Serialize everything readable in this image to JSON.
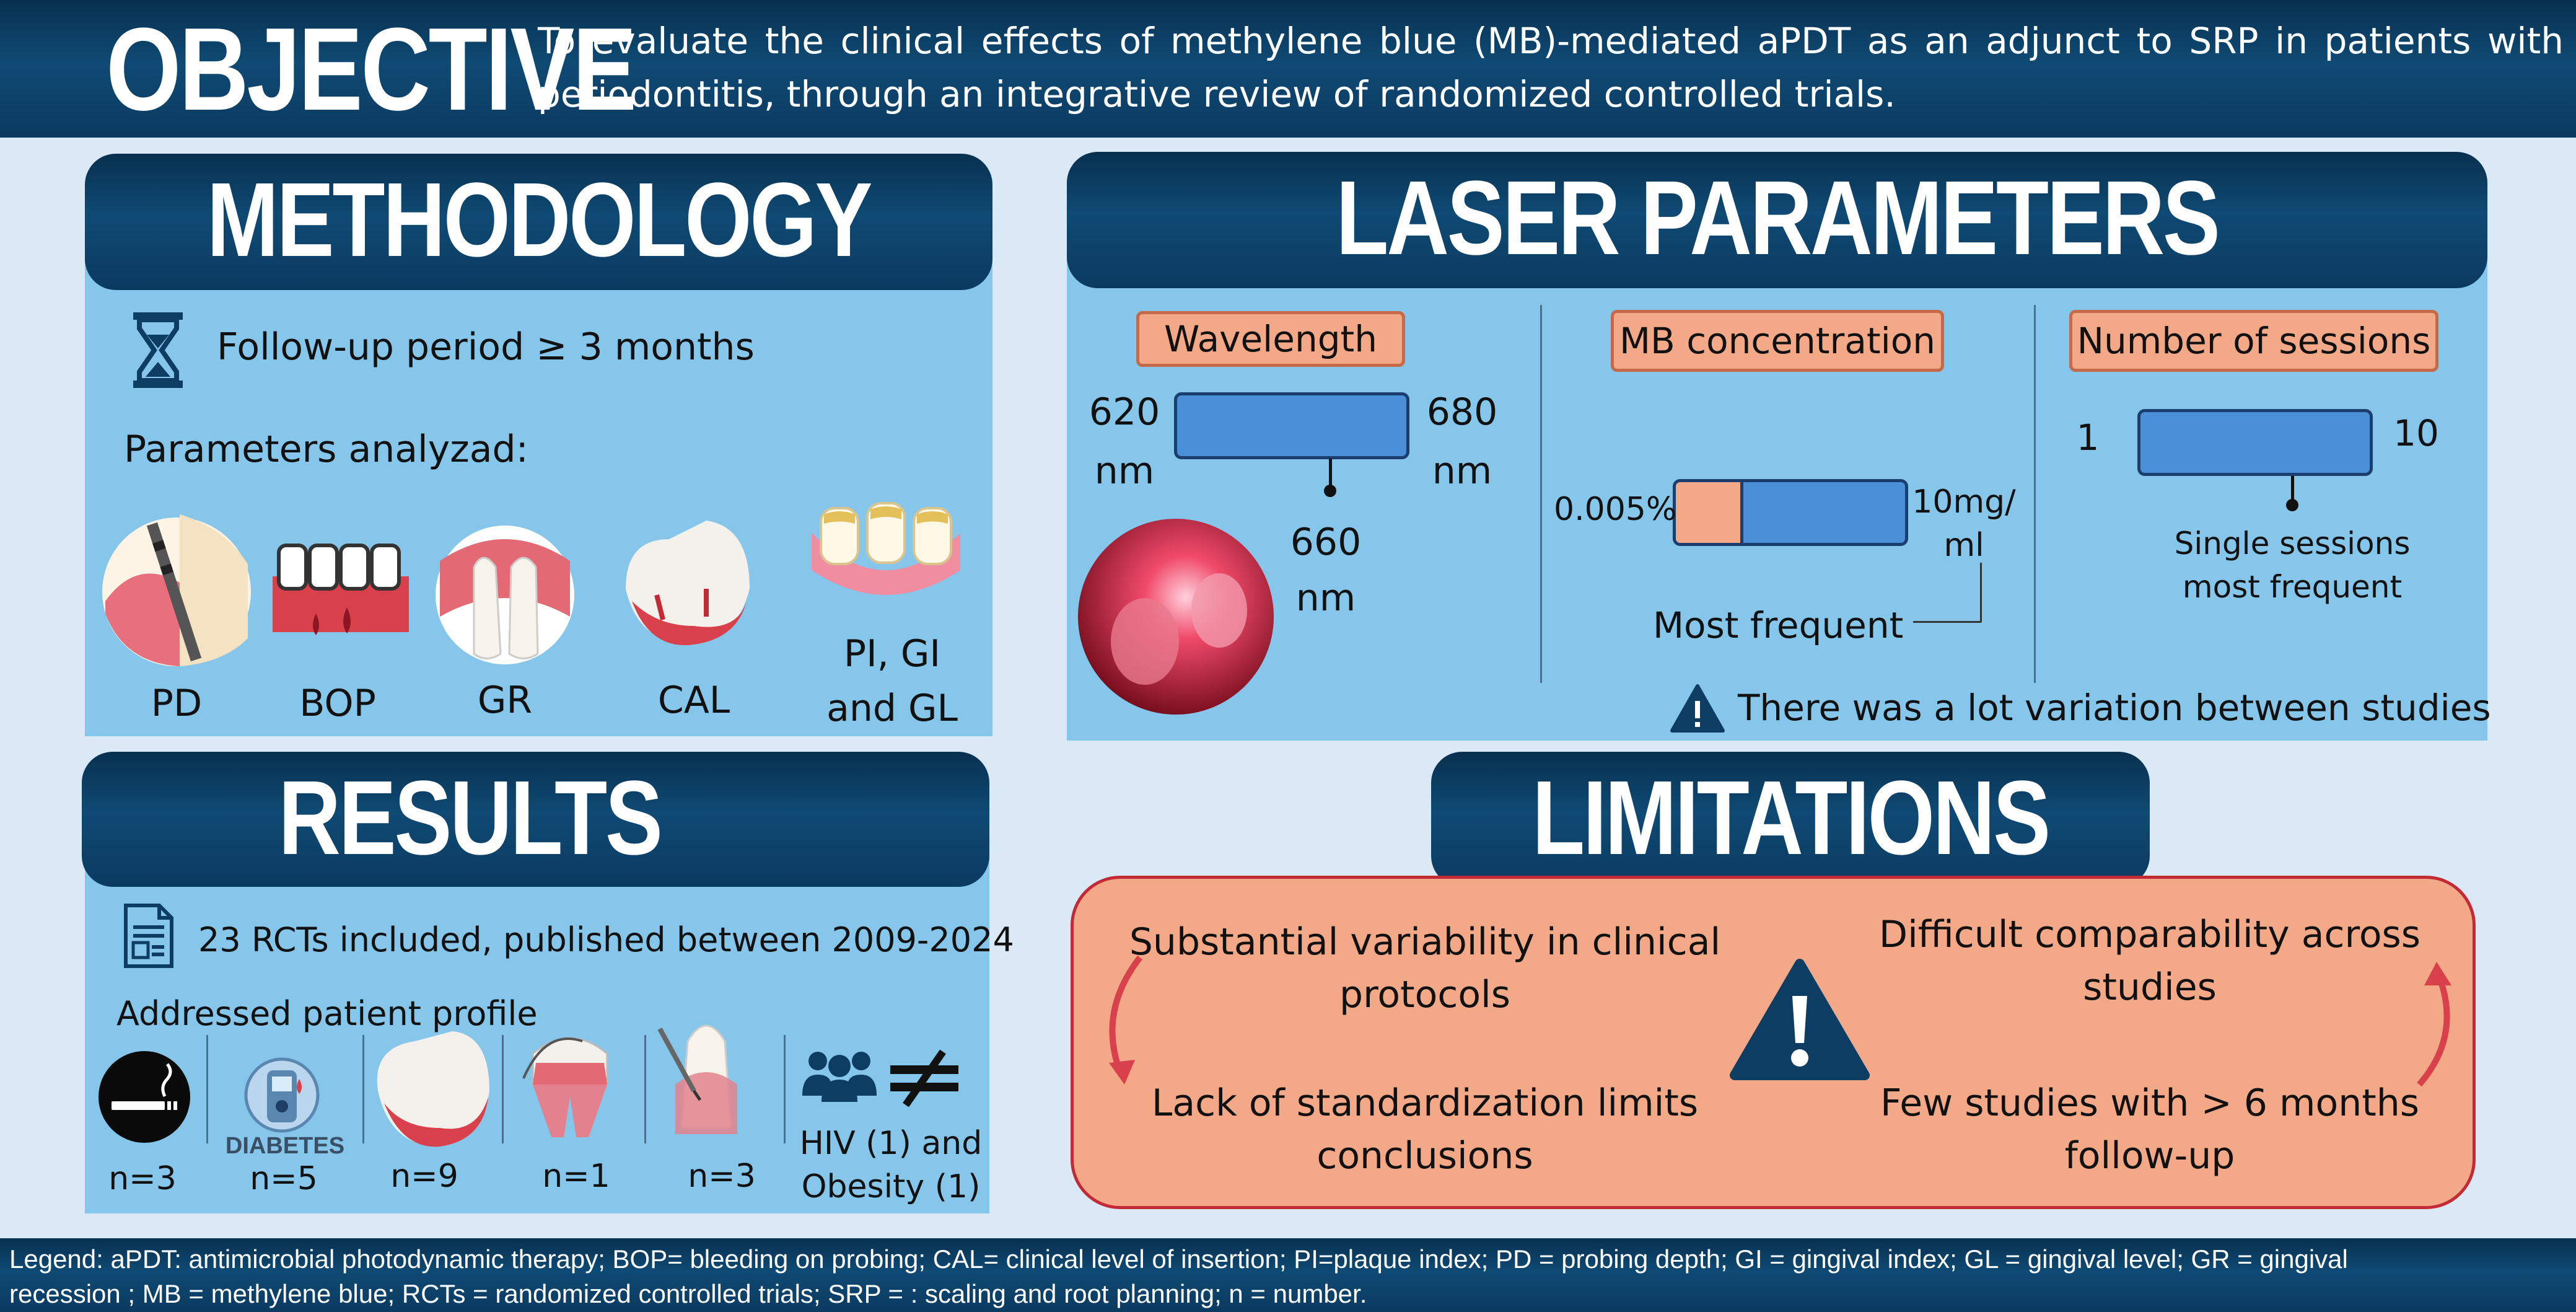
{
  "objective": {
    "title": "OBJECTIVE",
    "text_line1": "To evaluate the clinical effects of methylene blue (MB)-mediated  aPDT as an adjunct to SRP in patients with",
    "text_line2": "periodontitis, through an integrative review of randomized controlled trials."
  },
  "methodology": {
    "title": "METHODOLOGY",
    "followup": "Follow-up period ≥ 3 months",
    "params_label": "Parameters analyzad:",
    "params": [
      "PD",
      "BOP",
      "GR",
      "CAL"
    ],
    "param_last_line1": "PI, GI",
    "param_last_line2": "and GL"
  },
  "laser": {
    "title": "LASER PARAMETERS",
    "wavelength": {
      "label": "Wavelength",
      "min": "620",
      "max": "680",
      "unit": "nm",
      "peak": "660",
      "peak_unit": "nm"
    },
    "mb": {
      "label": "MB concentration",
      "min": "0.005%",
      "max_line1": "10mg/",
      "max_line2": "ml",
      "note": "Most frequent",
      "fill_fraction": 0.28
    },
    "sessions": {
      "label": "Number of sessions",
      "min": "1",
      "max": "10",
      "note_line1": "Single sessions",
      "note_line2": "most frequent"
    },
    "warning": "There was a lot variation between studies"
  },
  "results": {
    "title": "RESULTS",
    "rcts": "23 RCTs included, published between 2009-2024",
    "profile_label": "Addressed patient profile",
    "diabetes_label": "DIABETES",
    "counts": [
      "n=3",
      "n=5",
      "n=9",
      "n=1",
      "n=3"
    ],
    "other_line1": "HIV (1) and",
    "other_line2": "Obesity (1)"
  },
  "limitations": {
    "title": "LIMITATIONS",
    "tl_line1": "Substantial variability in clinical",
    "tl_line2": "protocols",
    "tr_line1": "Difficult comparability across",
    "tr_line2": "studies",
    "bl_line1": "Lack of standardization limits",
    "bl_line2": "conclusions",
    "br_line1": "Few studies with > 6 months",
    "br_line2": "follow-up"
  },
  "legend": {
    "line1": "Legend: aPDT: antimicrobial photodynamic therapy; BOP= bleeding on probing; CAL= clinical level of insertion; PI=plaque index; PD = probing depth;  GI = gingival index; GL = gingival level; GR = gingival",
    "line2": "recession ; MB = methylene blue; RCTs = randomized controlled trials;  SRP = : scaling and root planning;  n = number."
  },
  "colors": {
    "navy": "#0b3a60",
    "panel_blue": "#85c6ea",
    "salmon": "#f3a987",
    "bar_blue": "#4a90d9",
    "page_bg": "#dbe8f5"
  }
}
